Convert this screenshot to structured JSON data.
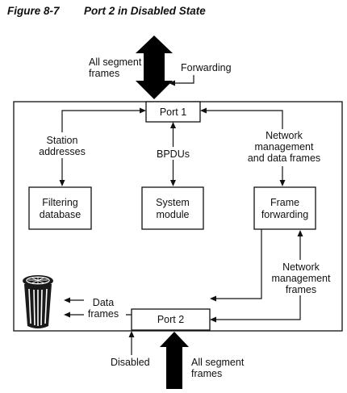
{
  "figure": {
    "number": "Figure 8-7",
    "title": "Port 2 in Disabled State"
  },
  "nodes": {
    "port1": "Port 1",
    "port2": "Port 2",
    "filtering_database": [
      "Filtering",
      "database"
    ],
    "system_module": [
      "System",
      "module"
    ],
    "frame_forwarding": [
      "Frame",
      "forwarding"
    ]
  },
  "labels": {
    "all_segment_frames_top": [
      "All segment",
      "frames"
    ],
    "forwarding": "Forwarding",
    "station_addresses": [
      "Station",
      "addresses"
    ],
    "bpdus": "BPDUs",
    "network_management_data_frames": [
      "Network",
      "management",
      "and data frames"
    ],
    "network_management_frames": [
      "Network",
      "management",
      "frames"
    ],
    "data_frames": [
      "Data",
      "frames"
    ],
    "disabled": "Disabled",
    "all_segment_frames_bottom": [
      "All segment",
      "frames"
    ]
  },
  "icons": {
    "trash_bin": "wastebasket-icon",
    "big_arrow_top": "double-arrow-icon",
    "big_arrow_bottom": "up-arrow-icon"
  },
  "colors": {
    "ink": "#111111",
    "background": "#ffffff"
  }
}
